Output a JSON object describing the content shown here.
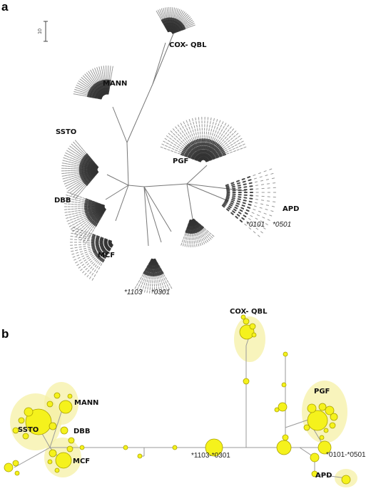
{
  "panel_a": {
    "letter": "a",
    "scale_label": "10",
    "clusters": [
      "COX- QBL",
      "MANN",
      "SSTO",
      "PGF",
      "DBB",
      "APD",
      "MCF"
    ],
    "alleles": [
      "*0101",
      "*0501",
      "*1103",
      "*0301"
    ]
  },
  "panel_b": {
    "letter": "b",
    "clusters": [
      "COX- QBL",
      "PGF",
      "MANN",
      "SSTO",
      "DBB",
      "MCF",
      "APD"
    ],
    "alleles": [
      "*1103-*0301",
      "*0101-*0501"
    ]
  },
  "colors": {
    "node_fill": "#f5f21c",
    "node_stroke": "#a8a000",
    "halo": "#f6f0a6",
    "edge": "#9a9a9a",
    "tree_tips": "#333333"
  }
}
